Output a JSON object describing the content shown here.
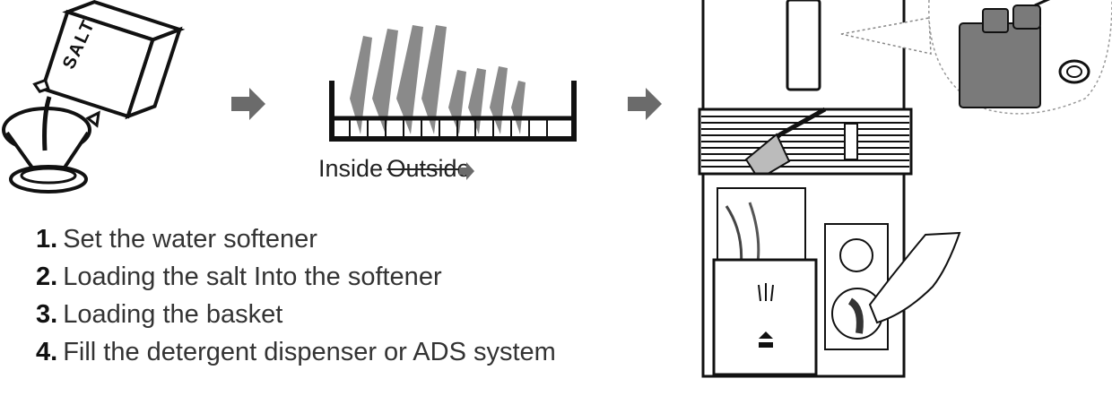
{
  "salt_box_label": "SALT",
  "basket_caption": {
    "inside": "Inside",
    "outside": "Outside"
  },
  "steps": [
    {
      "number": "1.",
      "text": "Set the water softener"
    },
    {
      "number": "2.",
      "text": "Loading the salt Into the softener"
    },
    {
      "number": "3.",
      "text": "Loading the basket"
    },
    {
      "number": "4.",
      "text": "Fill the detergent dispenser or ADS system"
    }
  ],
  "colors": {
    "arrow": "#6b6b6b",
    "line": "#111111",
    "plate": "#8a8a8a",
    "part": "#7a7a7a"
  }
}
